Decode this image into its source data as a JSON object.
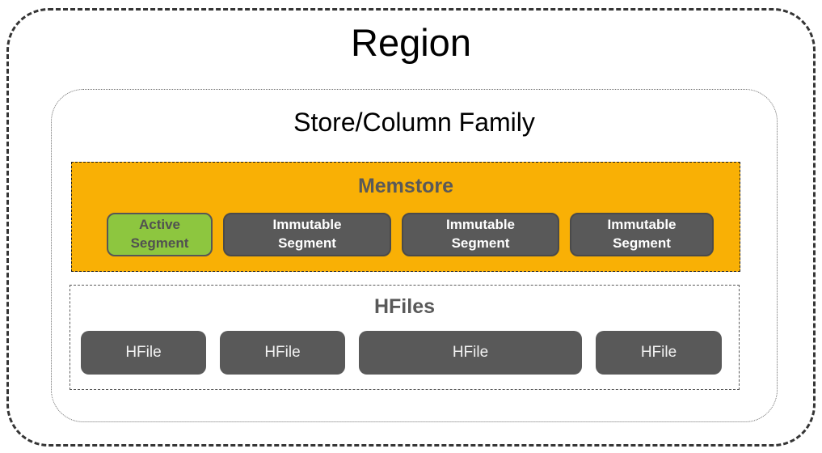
{
  "diagram": {
    "region": {
      "title": "Region"
    },
    "store": {
      "title": "Store/Column Family"
    },
    "memstore": {
      "title": "Memstore",
      "fill_color": "#F9B005",
      "border_style": "dashed",
      "segments": [
        {
          "label": "Active\nSegment",
          "type": "active",
          "fill_color": "#8DC63F",
          "text_color": "#515151"
        },
        {
          "label": "Immutable\nSegment",
          "type": "immutable",
          "fill_color": "#595959",
          "text_color": "#ffffff"
        },
        {
          "label": "Immutable\nSegment",
          "type": "immutable",
          "fill_color": "#595959",
          "text_color": "#ffffff"
        },
        {
          "label": "Immutable\nSegment",
          "type": "immutable",
          "fill_color": "#595959",
          "text_color": "#ffffff"
        }
      ]
    },
    "hfiles": {
      "title": "HFiles",
      "border_style": "dashed",
      "files": [
        {
          "label": "HFile"
        },
        {
          "label": "HFile"
        },
        {
          "label": "HFile"
        },
        {
          "label": "HFile"
        }
      ],
      "file_fill_color": "#595959",
      "file_text_color": "#f2f2f2"
    },
    "colors": {
      "background": "#ffffff",
      "outer_border": "#353535",
      "title_text": "#000000",
      "section_title_text": "#595959"
    }
  }
}
